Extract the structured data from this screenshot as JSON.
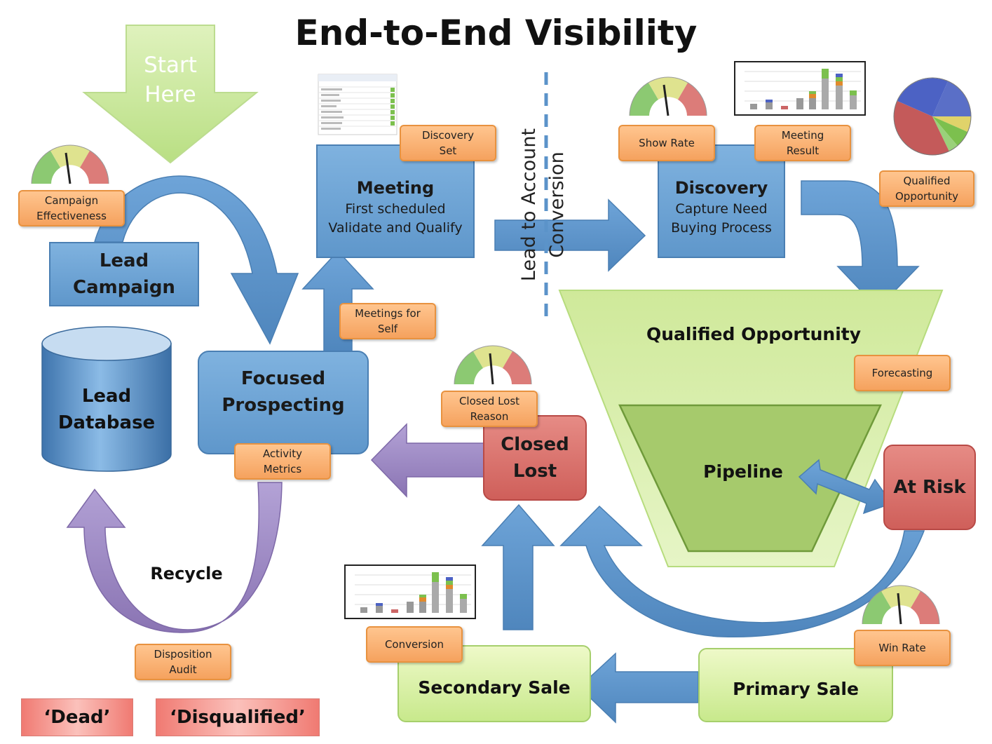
{
  "title": "End-to-End Visibility",
  "start": {
    "line1": "Start",
    "line2": "Here"
  },
  "divider_label": "Lead to Account Conversion",
  "recycle_label": "Recycle",
  "boxes": {
    "lead_campaign": {
      "line1": "Lead",
      "line2": "Campaign"
    },
    "lead_database": {
      "line1": "Lead",
      "line2": "Database"
    },
    "focused_prospecting": {
      "line1": "Focused",
      "line2": "Prospecting"
    },
    "meeting": {
      "title": "Meeting",
      "line1": "First scheduled",
      "line2": "Validate and Qualify"
    },
    "discovery": {
      "title": "Discovery",
      "line1": "Capture Need",
      "line2": "Buying Process"
    },
    "closed_lost": {
      "line1": "Closed",
      "line2": "Lost"
    },
    "at_risk": {
      "label": "At Risk"
    },
    "qualified_opportunity": {
      "label": "Qualified Opportunity"
    },
    "pipeline": {
      "label": "Pipeline"
    },
    "secondary_sale": {
      "label": "Secondary Sale"
    },
    "primary_sale": {
      "label": "Primary Sale"
    },
    "dead": {
      "label": "‘Dead’"
    },
    "disqualified": {
      "label": "‘Disqualified’"
    }
  },
  "tags": {
    "campaign_effectiveness": {
      "line1": "Campaign",
      "line2": "Effectiveness"
    },
    "discovery_set": {
      "line1": "Discovery",
      "line2": "Set"
    },
    "meetings_for_self": {
      "line1": "Meetings for",
      "line2": "Self"
    },
    "activity_metrics": {
      "line1": "Activity",
      "line2": "Metrics"
    },
    "show_rate": {
      "line1": "Show Rate"
    },
    "meeting_result": {
      "line1": "Meeting",
      "line2": "Result"
    },
    "qualified_opportunity": {
      "line1": "Qualified",
      "line2": "Opportunity"
    },
    "forecasting": {
      "line1": "Forecasting"
    },
    "closed_lost_reason": {
      "line1": "Closed Lost",
      "line2": "Reason"
    },
    "win_rate": {
      "line1": "Win Rate"
    },
    "conversion": {
      "line1": "Conversion"
    },
    "disposition_audit": {
      "line1": "Disposition",
      "line2": "Audit"
    }
  },
  "colors": {
    "blue_box": "#6fa5d7",
    "blue_arrow": "#5b93c9",
    "orange_tag": "#f9b170",
    "red_box": "#d96b65",
    "funnel_outer": "#c3e387",
    "funnel_inner": "#a3c86a",
    "purple_arrow": "#9b86c0",
    "start_arrow": "#c9e79a"
  }
}
